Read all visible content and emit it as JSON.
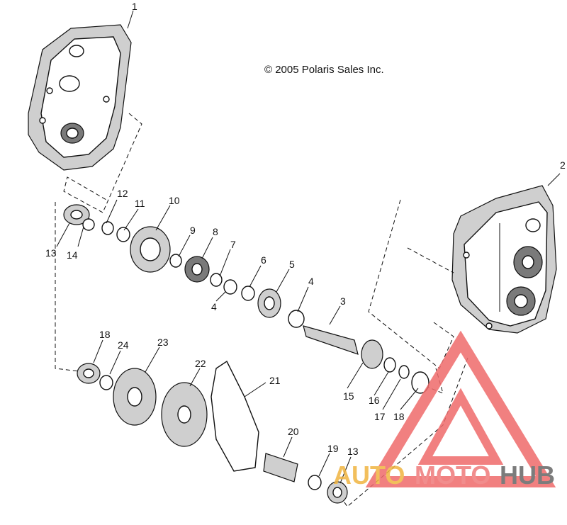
{
  "copyright": "© 2005 Polaris Sales Inc.",
  "watermark": {
    "part1": "AUTO",
    "part2": "MOTO",
    "part3": "HUB",
    "colors": {
      "auto": "#f0b440",
      "moto": "#ef7a7a",
      "hub": "#666666",
      "triangle": "#ef6b6b"
    }
  },
  "callouts": [
    "1",
    "2",
    "3",
    "4",
    "4",
    "5",
    "6",
    "7",
    "8",
    "9",
    "10",
    "11",
    "12",
    "13",
    "14",
    "15",
    "16",
    "17",
    "18",
    "18",
    "19",
    "20",
    "21",
    "22",
    "23",
    "24",
    "13"
  ]
}
